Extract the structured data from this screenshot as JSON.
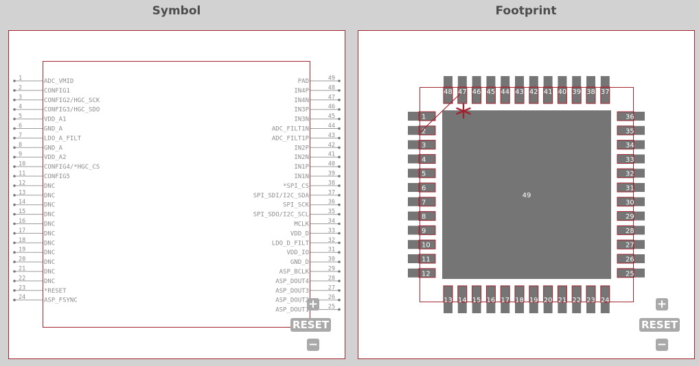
{
  "symbol": {
    "title": "Symbol",
    "left_pins": [
      {
        "num": "1",
        "name": "ADC_VMID"
      },
      {
        "num": "2",
        "name": "CONFIG1"
      },
      {
        "num": "3",
        "name": "CONFIG2/HGC_SCK"
      },
      {
        "num": "4",
        "name": "CONFIG3/HGC_SDO"
      },
      {
        "num": "5",
        "name": "VDD_A1"
      },
      {
        "num": "6",
        "name": "GND_A"
      },
      {
        "num": "7",
        "name": "LDO_A_FILT"
      },
      {
        "num": "8",
        "name": "GND_A"
      },
      {
        "num": "9",
        "name": "VDD_A2"
      },
      {
        "num": "10",
        "name": "CONFIG4/*HGC_CS"
      },
      {
        "num": "11",
        "name": "CONFIG5"
      },
      {
        "num": "12",
        "name": "DNC"
      },
      {
        "num": "13",
        "name": "DNC"
      },
      {
        "num": "14",
        "name": "DNC"
      },
      {
        "num": "15",
        "name": "DNC"
      },
      {
        "num": "16",
        "name": "DNC"
      },
      {
        "num": "17",
        "name": "DNC"
      },
      {
        "num": "18",
        "name": "DNC"
      },
      {
        "num": "19",
        "name": "DNC"
      },
      {
        "num": "20",
        "name": "DNC"
      },
      {
        "num": "21",
        "name": "DNC"
      },
      {
        "num": "22",
        "name": "DNC"
      },
      {
        "num": "23",
        "name": "*RESET"
      },
      {
        "num": "24",
        "name": "ASP_FSYNC"
      }
    ],
    "right_pins": [
      {
        "num": "49",
        "name": "PAD"
      },
      {
        "num": "48",
        "name": "IN4P"
      },
      {
        "num": "47",
        "name": "IN4N"
      },
      {
        "num": "46",
        "name": "IN3P"
      },
      {
        "num": "45",
        "name": "IN3N"
      },
      {
        "num": "44",
        "name": "ADC_FILT1N"
      },
      {
        "num": "43",
        "name": "ADC_FILT1P"
      },
      {
        "num": "42",
        "name": "IN2P"
      },
      {
        "num": "41",
        "name": "IN2N"
      },
      {
        "num": "40",
        "name": "IN1P"
      },
      {
        "num": "39",
        "name": "IN1N"
      },
      {
        "num": "38",
        "name": "*SPI_CS"
      },
      {
        "num": "37",
        "name": "SPI_SDI/I2C_SDA"
      },
      {
        "num": "36",
        "name": "SPI_SCK"
      },
      {
        "num": "35",
        "name": "SPI_SDO/I2C_SCL"
      },
      {
        "num": "34",
        "name": "MCLK"
      },
      {
        "num": "33",
        "name": "VDD_D"
      },
      {
        "num": "32",
        "name": "LDO_D_FILT"
      },
      {
        "num": "31",
        "name": "VDD_IO"
      },
      {
        "num": "30",
        "name": "GND_D"
      },
      {
        "num": "29",
        "name": "ASP_BCLK"
      },
      {
        "num": "28",
        "name": "ASP_DOUT4"
      },
      {
        "num": "27",
        "name": "ASP_DOUT3"
      },
      {
        "num": "26",
        "name": "ASP_DOUT2"
      },
      {
        "num": "25",
        "name": "ASP_DOUT1"
      }
    ]
  },
  "footprint": {
    "title": "Footprint",
    "left_pads": [
      "1",
      "2",
      "3",
      "4",
      "5",
      "6",
      "7",
      "8",
      "9",
      "10",
      "11",
      "12"
    ],
    "bottom_pads": [
      "13",
      "14",
      "15",
      "16",
      "17",
      "18",
      "19",
      "20",
      "21",
      "22",
      "23",
      "24"
    ],
    "right_pads": [
      "36",
      "35",
      "34",
      "33",
      "32",
      "31",
      "30",
      "29",
      "28",
      "27",
      "26",
      "25"
    ],
    "top_pads": [
      "48",
      "47",
      "46",
      "45",
      "44",
      "43",
      "42",
      "41",
      "40",
      "39",
      "38",
      "37"
    ],
    "center_pad": "49"
  },
  "controls": {
    "zoom_in": "+",
    "reset": "RESET",
    "zoom_out": "−"
  },
  "colors": {
    "accent": "#a2232e",
    "pad_fill": "#757575",
    "line": "#9a9a9a",
    "pin_text": "#8c8c8c",
    "button": "#a9a9a9"
  }
}
